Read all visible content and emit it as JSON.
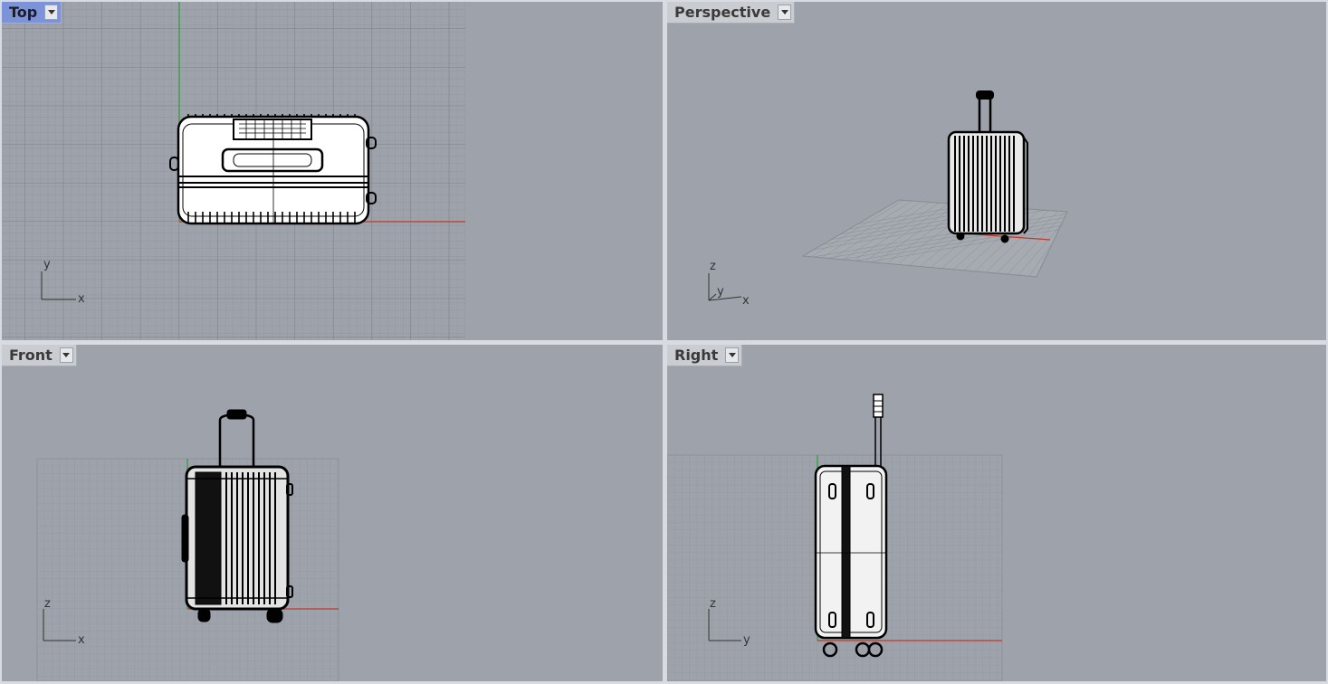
{
  "viewports": [
    {
      "id": "top",
      "title": "Top",
      "active": true,
      "axes": [
        "x",
        "y"
      ]
    },
    {
      "id": "perspective",
      "title": "Perspective",
      "active": false,
      "axes": [
        "x",
        "y",
        "z"
      ]
    },
    {
      "id": "front",
      "title": "Front",
      "active": false,
      "axes": [
        "x",
        "z"
      ]
    },
    {
      "id": "right",
      "title": "Right",
      "active": false,
      "axes": [
        "y",
        "z"
      ]
    }
  ],
  "icons": {
    "dropdown": "chevron-down-icon"
  },
  "colors": {
    "viewport_bg": "#9ea3ab",
    "active_tab": "#7c93d9",
    "x_axis": "#c0392b",
    "y_axis": "#2e9a3a",
    "wire": "#000000"
  }
}
